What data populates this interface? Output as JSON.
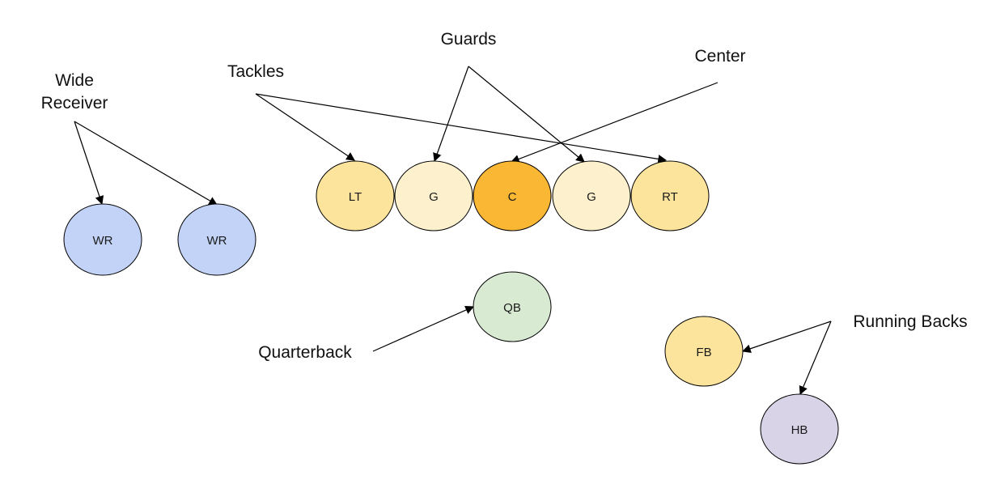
{
  "diagram": {
    "labels": {
      "wide_receiver_line1": "Wide",
      "wide_receiver_line2": "Receiver",
      "tackles": "Tackles",
      "guards": "Guards",
      "center": "Center",
      "quarterback": "Quarterback",
      "running_backs": "Running Backs"
    },
    "players": {
      "wr_left": "WR",
      "wr_right": "WR",
      "lt": "LT",
      "lg": "G",
      "c": "C",
      "rg": "G",
      "rt": "RT",
      "qb": "QB",
      "fb": "FB",
      "hb": "HB"
    },
    "colors": {
      "receiver": "#c3d3f8",
      "tackle": "#fde49c",
      "guard": "#fdf0cc",
      "center": "#f9b734",
      "quarterback": "#d9ead3",
      "fullback": "#fde49c",
      "halfback": "#d9d3e8"
    }
  }
}
